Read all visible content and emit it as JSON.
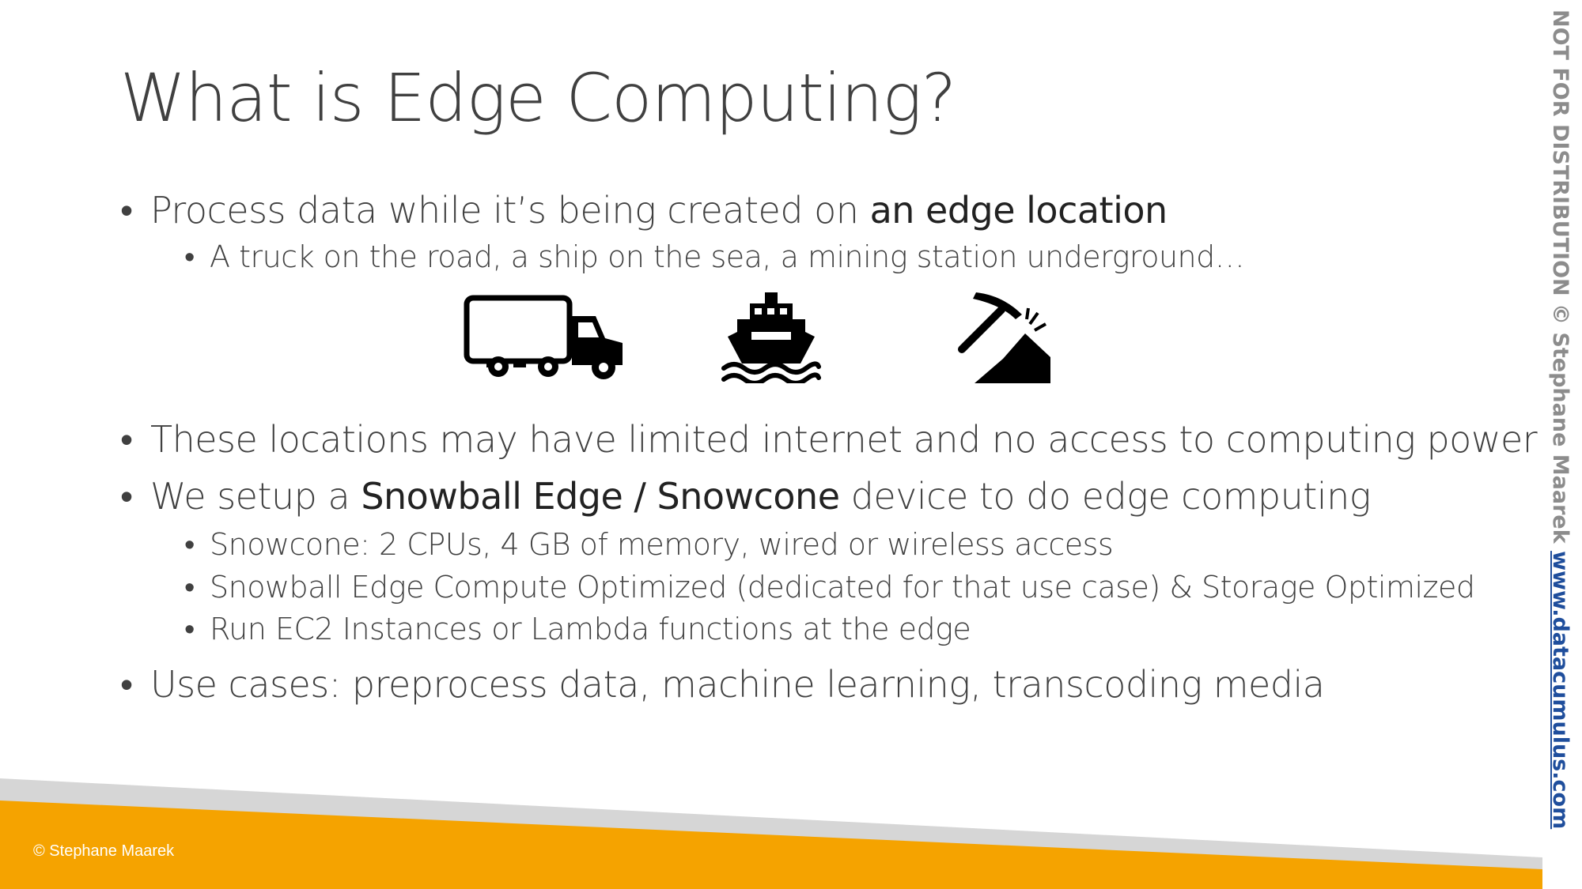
{
  "title": "What is Edge Computing?",
  "bullets": {
    "b1": {
      "prefix": "Process data while it’s being created on ",
      "emph": "an edge location"
    },
    "b1_sub1": "A truck on the road, a ship on the sea, a mining station underground…",
    "b2": "These locations may have limited internet and no access to computing power",
    "b3": {
      "prefix": "We setup a ",
      "emph": "Snowball Edge / Snowcone",
      "suffix": " device to do edge computing"
    },
    "b3_sub1": "Snowcone: 2 CPUs, 4 GB of memory, wired or wireless access",
    "b3_sub2": "Snowball Edge Compute Optimized (dedicated for that use case) & Storage Optimized",
    "b3_sub3": "Run EC2 Instances or Lambda functions at the edge",
    "b4": "Use cases: preprocess data, machine learning, transcoding media"
  },
  "icons": [
    "truck-icon",
    "ship-icon",
    "mining-pickaxe-icon"
  ],
  "footer": {
    "copyright": "© Stephane Maarek",
    "accent_color": "#f5a300",
    "stripe_color": "#d6d6d6"
  },
  "side_watermark": {
    "text": "NOT FOR DISTRIBUTION © Stephane Maarek ",
    "link": "www.datacumulus.com",
    "link_color": "#1f4e9c"
  }
}
